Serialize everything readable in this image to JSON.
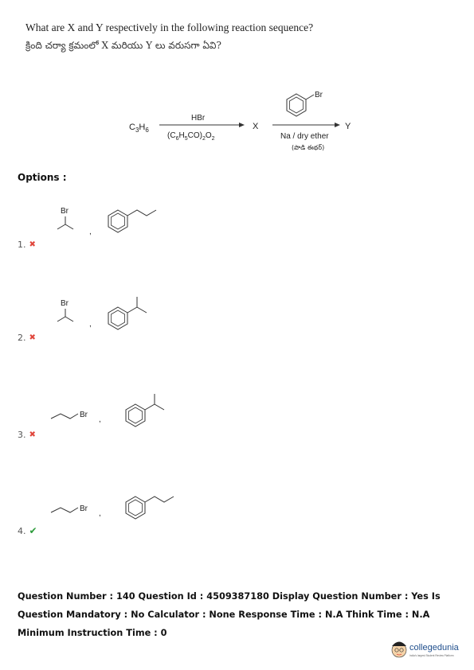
{
  "question": {
    "english": "What are X and Y respectively in the following reaction sequence?",
    "telugu": "క్రింది చర్యా క్రమంలో X మరియు Y లు వరుసగా ఏవి?"
  },
  "reaction": {
    "reactant": "C3H6",
    "reagent_top": "HBr",
    "reagent_bottom": "(C6H5CO)2O2",
    "intermediate": "X",
    "product": "Y",
    "second_reagent_substituent": "Br",
    "second_reagent_bottom": "Na / dry ether",
    "second_reagent_telugu": "(పొడి ఈథర్)"
  },
  "options_label": "Options :",
  "options": [
    {
      "number": "1.",
      "status": "wrong",
      "mark_icon": "cross-icon",
      "halide_label": "Br",
      "separator": ","
    },
    {
      "number": "2.",
      "status": "wrong",
      "mark_icon": "cross-icon",
      "halide_label": "Br",
      "separator": ","
    },
    {
      "number": "3.",
      "status": "wrong",
      "mark_icon": "cross-icon",
      "halide_label": "Br",
      "separator": ","
    },
    {
      "number": "4.",
      "status": "correct",
      "mark_icon": "check-icon",
      "halide_label": "Br",
      "separator": ","
    }
  ],
  "footer": {
    "text": "Question Number : 140 Question Id : 4509387180 Display Question Number : Yes Is Question Mandatory : No Calculator : None Response Time : N.A Think Time : N.A Minimum Instruction Time : 0"
  },
  "logo": {
    "brand": "collegedunia",
    "tagline": "India's largest Student Review Platform",
    "accent_color": "#1f4e8c",
    "secondary_color": "#e0463b"
  },
  "colors": {
    "wrong_mark": "#e0463b",
    "correct_mark": "#2c9b3a"
  }
}
